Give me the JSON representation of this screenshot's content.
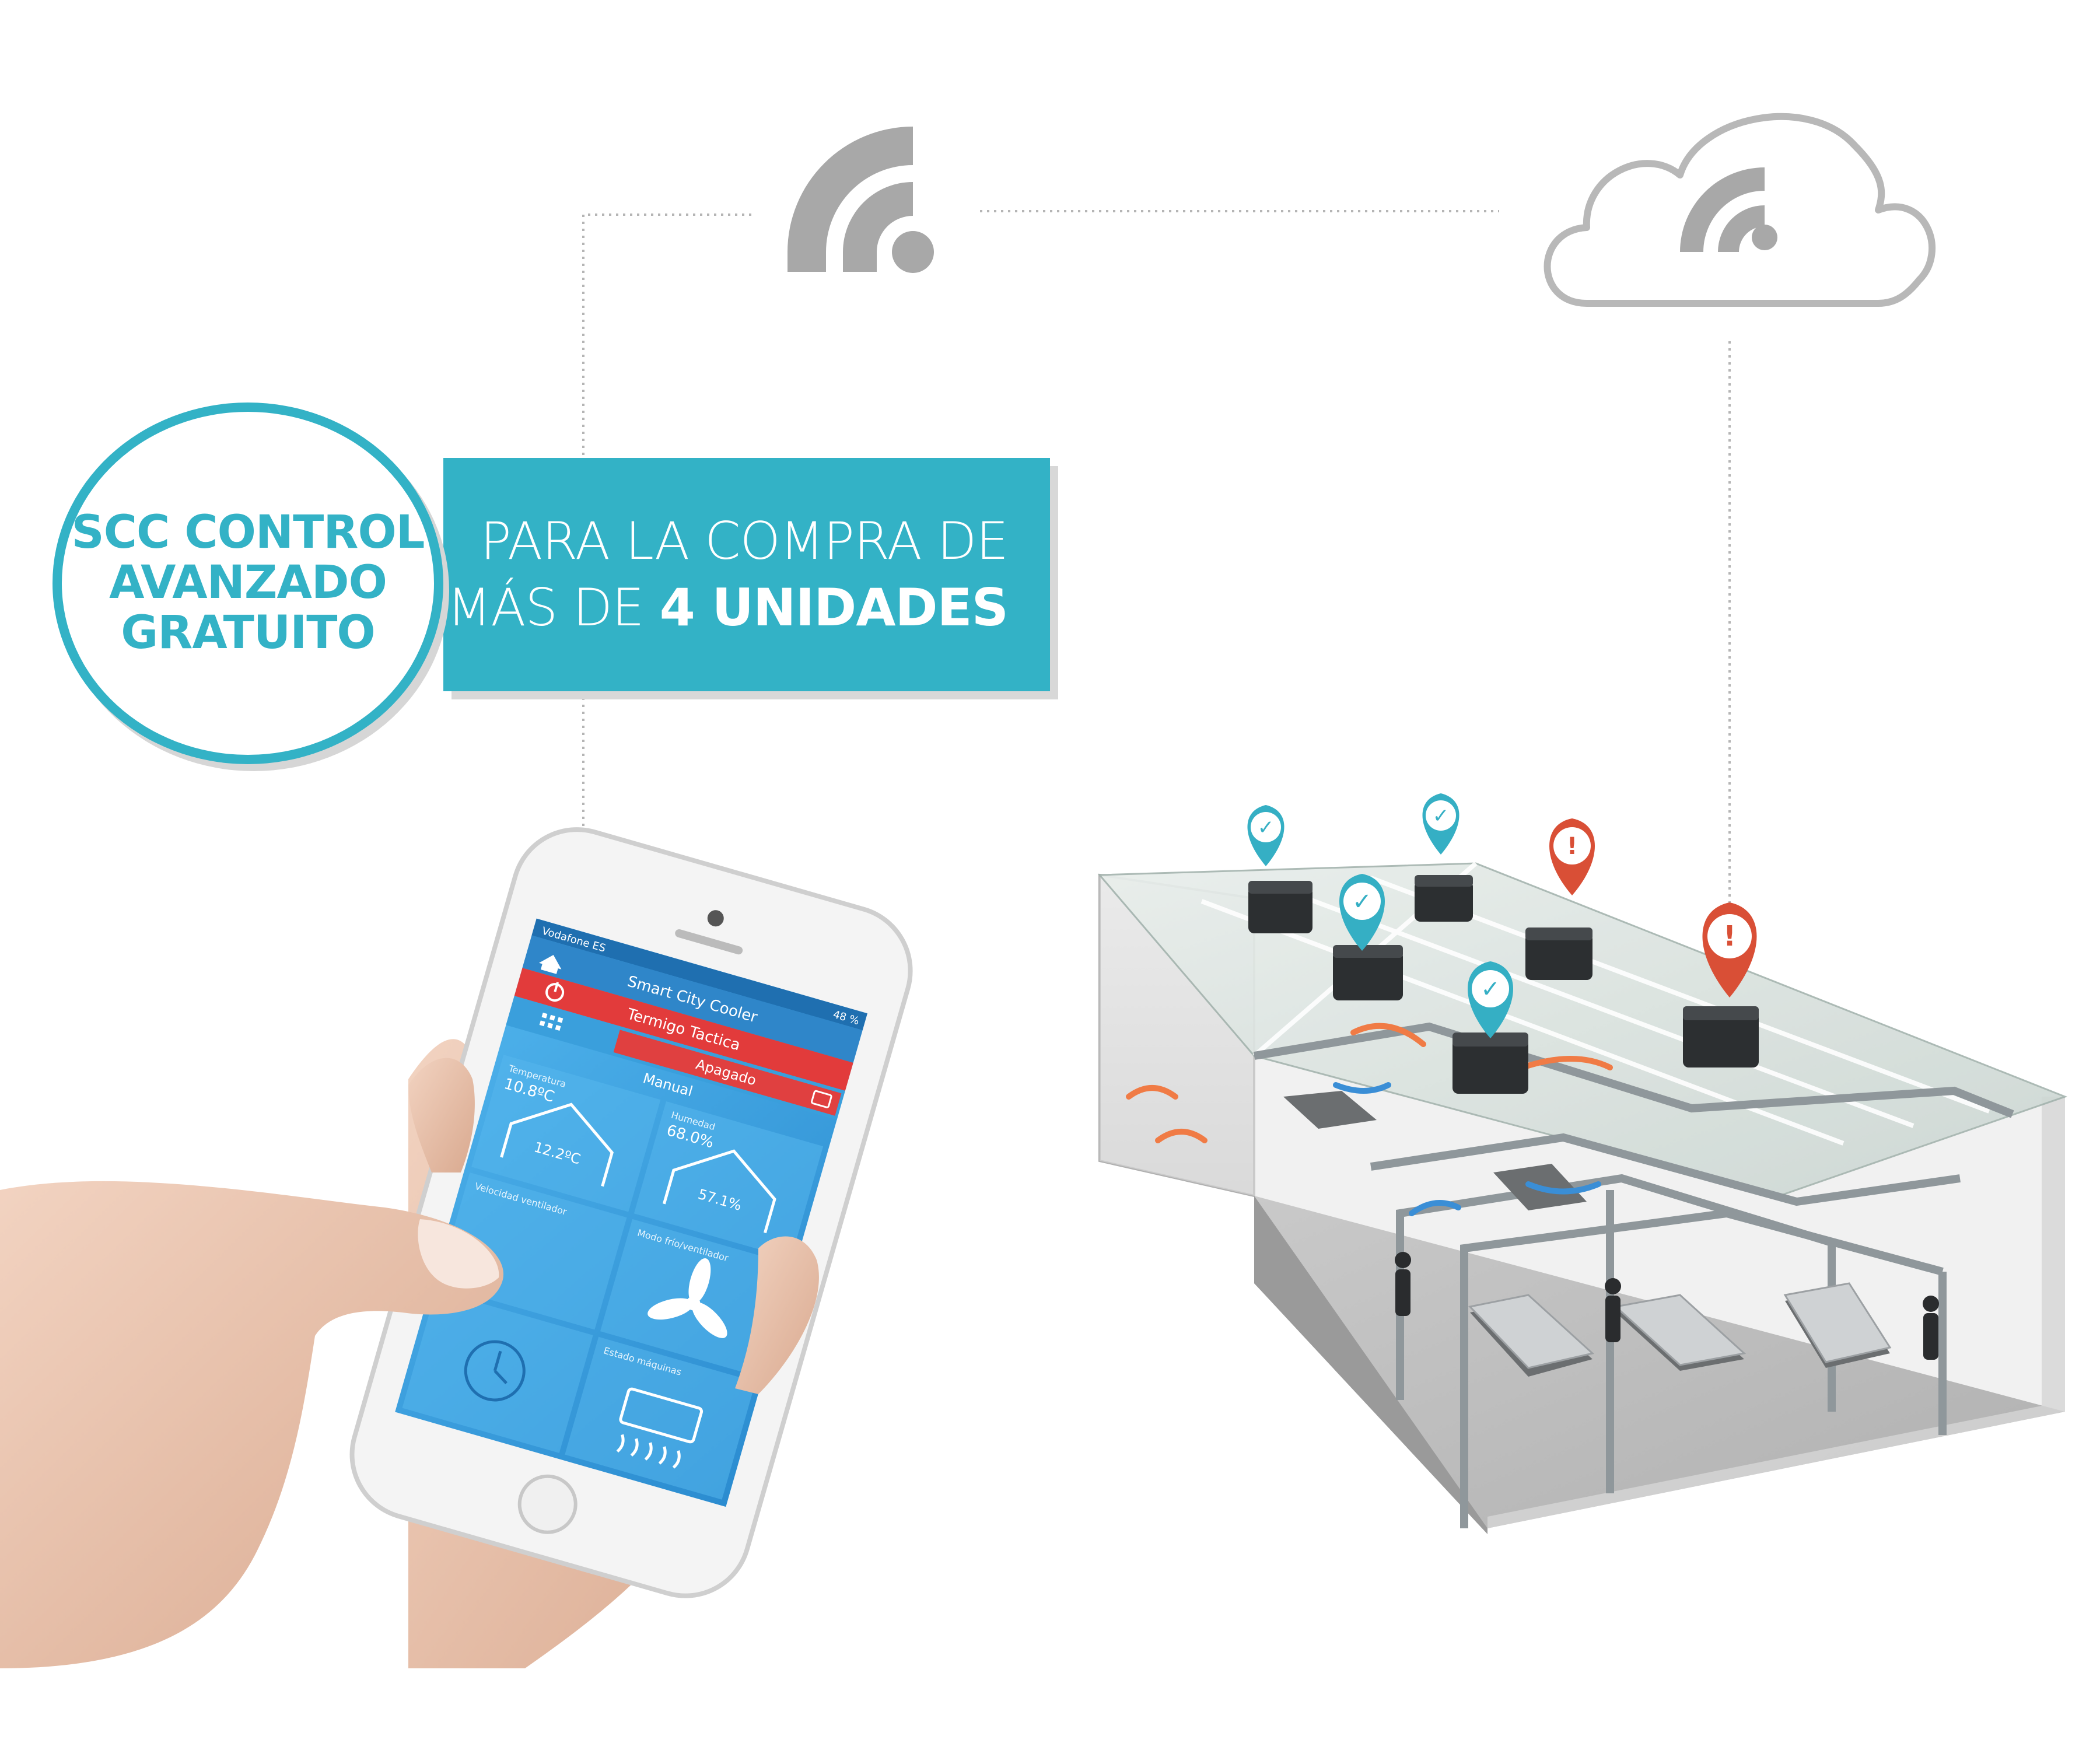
{
  "badge": {
    "lines": [
      "SCC CONTROL",
      "AVANZADO",
      "GRATUITO"
    ]
  },
  "banner": {
    "line1": "PARA LA COMPRA DE",
    "line2_prefix": "MÁS DE ",
    "line2_bold": "4 UNIDADES"
  },
  "phone": {
    "status_carrier": "Vodafone ES",
    "status_battery": "48 %",
    "app_title": "Smart City Cooler",
    "device_name": "Termigo Tactica",
    "power_state": "Apagado",
    "mode": "Manual",
    "temperature_label": "Temperatura",
    "temperature_value": "10.8ºC",
    "temperature_inner": "12.2ºC",
    "humidity_label": "Humedad",
    "humidity_value": "68.0%",
    "humidity_inner": "57.1%",
    "fan_speed_label": "Velocidad ventilador",
    "mode_label": "Modo frío/ventilador",
    "machine_state_label": "Estado máquinas"
  },
  "markers": [
    {
      "status": "ok",
      "symbol": "✓"
    },
    {
      "status": "ok",
      "symbol": "✓"
    },
    {
      "status": "ok",
      "symbol": "✓"
    },
    {
      "status": "ok",
      "symbol": "✓"
    },
    {
      "status": "alert",
      "symbol": "!"
    },
    {
      "status": "alert",
      "symbol": "!"
    }
  ],
  "colors": {
    "accent": "#33b2c6",
    "ok_marker": "#35afc4",
    "alert_marker": "#d94f36",
    "wifi_gray": "#a8a8a8",
    "screen_blue": "#3a9fdc",
    "red_bar": "#e04040"
  }
}
